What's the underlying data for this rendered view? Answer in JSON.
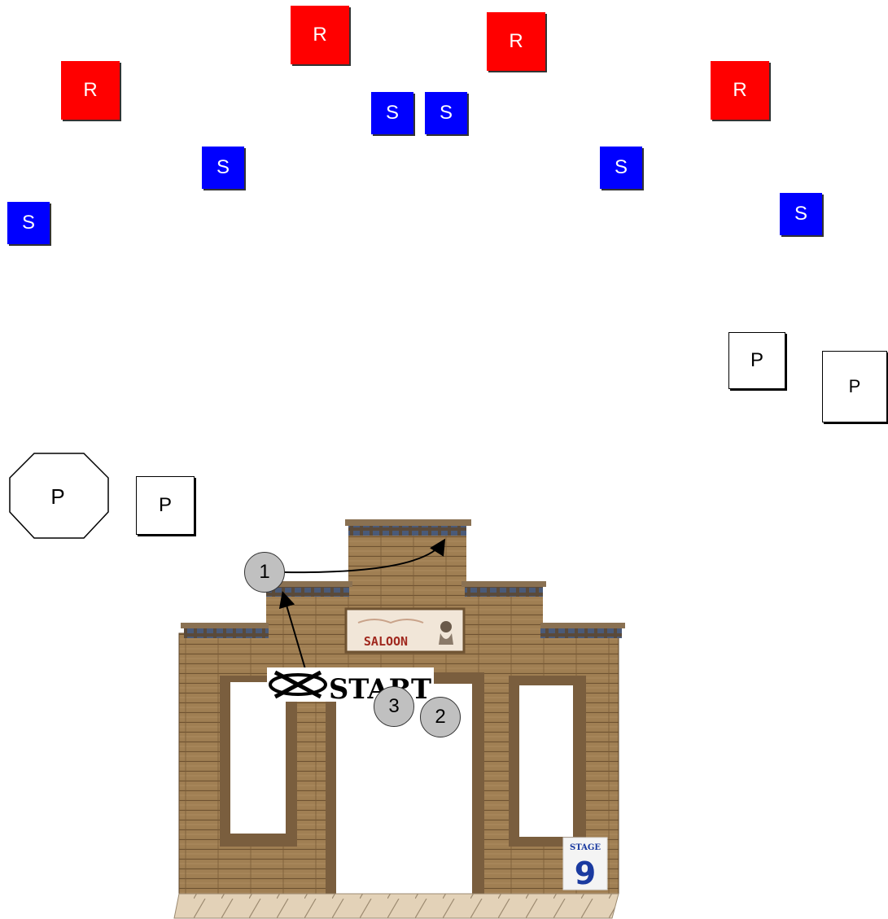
{
  "targets": {
    "r_label": "R",
    "s_label": "S",
    "p_label": "P"
  },
  "sign": {
    "saloon": "SALOON"
  },
  "start": {
    "label": "START"
  },
  "positions": [
    "1",
    "2",
    "3"
  ],
  "stage": {
    "label": "STAGE",
    "number": "9"
  },
  "colors": {
    "red_target": "#ff0000",
    "steel_target": "#0000ff",
    "wood": "#9a7a4f",
    "circle": "#c0c0c0"
  }
}
